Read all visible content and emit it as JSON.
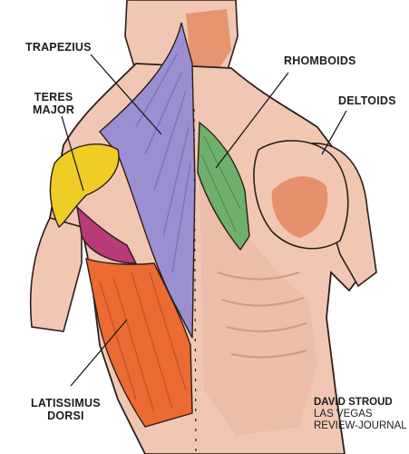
{
  "labels": {
    "trapezius": "TRAPEZIUS",
    "teres_major_line1": "TERES",
    "teres_major_line2": "MAJOR",
    "rhomboids": "RHOMBOIDS",
    "deltoids": "DELTOIDS",
    "latissimus_line1": "LATISSIMUS",
    "latissimus_line2": "DORSI"
  },
  "credit": {
    "artist": "DAVID STROUD",
    "line2": "LAS VEGAS",
    "line3": "REVIEW-JOURNAL"
  },
  "colors": {
    "skin": "#f1c7b4",
    "skin_shadow": "#e2a58d",
    "trapezius": "#9a8fd0",
    "rhomboids": "#6fb06c",
    "teres_major": "#f0cd24",
    "teres_minor": "#b83a78",
    "latissimus": "#ec6a33",
    "deltoid_right": "#e58b64",
    "outline": "#2a1f1a"
  }
}
